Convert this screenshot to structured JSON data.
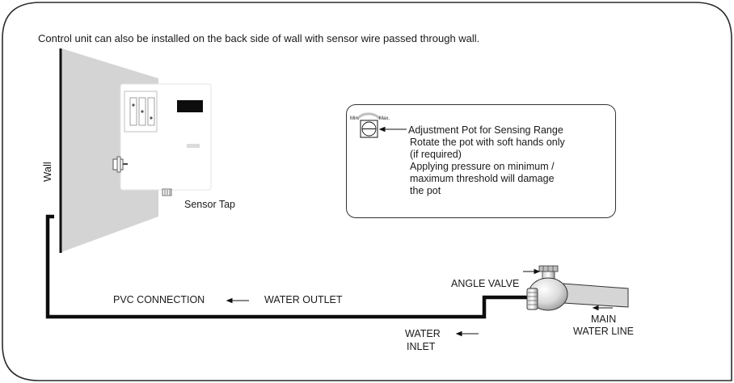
{
  "caption": "Control unit can also be installed on the back side of wall with sensor wire passed through wall.",
  "labels": {
    "wall": "Wall",
    "sensor_tap": "Sensor Tap",
    "pvc_connection": "PVC CONNECTION",
    "water_outlet": "WATER OUTLET",
    "angle_valve": "ANGLE VALVE",
    "water_inlet_line1": "WATER",
    "water_inlet_line2": "INLET",
    "main_water_line_line1": "MAIN",
    "main_water_line_line2": "WATER LINE"
  },
  "pot_note": {
    "min_label": "Min.",
    "max_label": "Max.",
    "lines": [
      "Adjustment Pot for Sensing Range",
      "Rotate the pot with soft hands only",
      "(if required)",
      "Applying pressure on minimum /",
      "maximum threshold will damage",
      "the pot"
    ]
  }
}
